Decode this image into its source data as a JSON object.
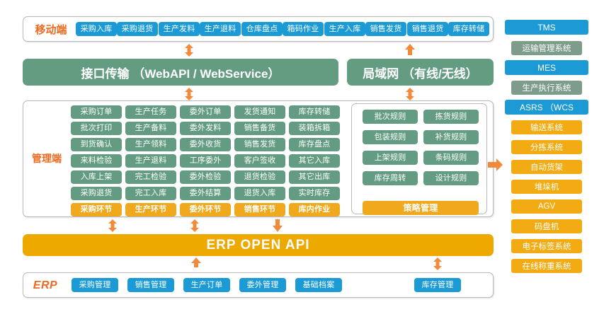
{
  "colors": {
    "blue": "#1b9ad6",
    "green": "#639c82",
    "orange": "#f0a81c",
    "band_orange": "#eda900",
    "band_green": "#649c81",
    "label_orange": "#ef6a20",
    "right_sub_green": "#7d9c8a",
    "arrow": "#f28a3c"
  },
  "mobile": {
    "label": "移动端",
    "items": [
      "采购入库",
      "采购退货",
      "生产发料",
      "生产退料",
      "仓库盘点",
      "箱码作业",
      "生产入库",
      "销售发货",
      "销售退货",
      "库存转储"
    ]
  },
  "transport": {
    "interface_band": "接口传输 （WebAPI / WebService）",
    "lan_band": "局域网 （有线/无线）"
  },
  "management": {
    "label": "管理端",
    "columns": [
      {
        "footer": "采购环节",
        "items": [
          "采购订单",
          "批次打印",
          "到货确认",
          "来料检验",
          "入库上架",
          "采购退货"
        ]
      },
      {
        "footer": "生产环节",
        "items": [
          "生产任务",
          "生产备料",
          "生产领料",
          "生产退料",
          "完工检验",
          "完工入库"
        ]
      },
      {
        "footer": "委外环节",
        "items": [
          "委外订单",
          "委外发料",
          "委外收货",
          "工序委外",
          "委外检验",
          "委外结算"
        ]
      },
      {
        "footer": "销售环节",
        "items": [
          "发货通知",
          "销售备货",
          "销售发货",
          "客户签收",
          "退货检验",
          "退货入库"
        ]
      },
      {
        "footer": "库内作业",
        "items": [
          "库存转储",
          "装箱拆箱",
          "库存盘点",
          "其它入库",
          "其它出库",
          "实时库存"
        ]
      }
    ],
    "rules": {
      "footer": "策略管理",
      "left_items": [
        "批次规则",
        "包装规则",
        "上架规则",
        "库存周转"
      ],
      "right_items": [
        "拣货规则",
        "补货规则",
        "条码规则",
        "设计规则"
      ]
    }
  },
  "api_band": {
    "label": "ERP  OPEN API"
  },
  "erp": {
    "label": "ERP",
    "items": [
      "采购管理",
      "销售管理",
      "生产订单",
      "委外管理",
      "基础档案"
    ],
    "right_item": "库存管理"
  },
  "right_column": {
    "groups": [
      {
        "header": "TMS",
        "sub": "运输管理系统",
        "children": []
      },
      {
        "header": "MES",
        "sub": "生产执行系统",
        "children": []
      },
      {
        "header": "ASRS （WCS",
        "sub": null,
        "children": [
          "输送系统",
          "分拣系统",
          "自动货架",
          "堆垛机",
          "AGV",
          "码盘机",
          "电子标签系统",
          "在线称重系统"
        ]
      }
    ]
  },
  "arrows": {
    "up": "arrow-up",
    "down": "arrow-down",
    "updown": "arrow-up-down",
    "right": "arrow-right"
  }
}
